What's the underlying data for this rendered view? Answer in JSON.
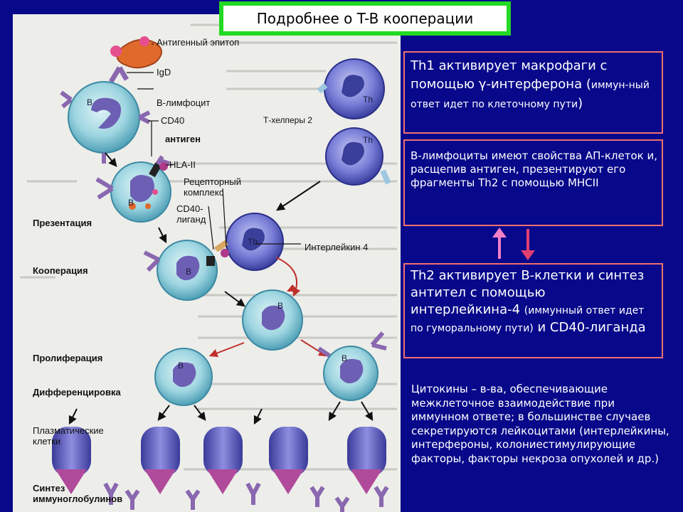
{
  "title": "Подробнее о T-B кооперации",
  "labels": {
    "epitope": "Антигенный эпитоп",
    "igd": "IgD",
    "b_lymph": "В-лимфоцит",
    "cd40": "CD40",
    "antigen": "антиген",
    "hla": "HLA-II",
    "receptor": "Рецепторный\nкомплекс",
    "cd40l": "CD40-\nлиганд",
    "interleukin": "Интерлейкин 4",
    "t_helpers": "Т-хелперы 2",
    "presentation": "Презентация",
    "cooperation": "Кооперация",
    "proliferation": "Пролиферация",
    "differentiation": "Дифференцировка",
    "plasma": "Плазматические\nклетки",
    "synthesis": "Синтез\nиммуноглобулинов"
  },
  "cell_letters": {
    "b": "B",
    "th": "Th"
  },
  "box1": {
    "main": "Th1 активирует макрофаги с помощью γ-интерферона (",
    "small": "иммун-ный ответ идет по клеточному пути",
    "end": ")"
  },
  "box2": "В-лимфоциты имеют свойства АП-клеток и, расщепив антиген, презентируют его фрагменты Th2 с помощью MHCII",
  "box3": {
    "part1": "Th2 активирует В-клетки и синтез антител с помощью интерлейкина-4 ",
    "small": "(иммунный ответ идет по гуморальному пути)",
    "part2": " и CD40-лиганда"
  },
  "cytokines": "Цитокины – в-ва, обеспечивающие межклеточное взаимодействие при иммунном ответе; в большинстве случаев секретируются лейкоцитами (интерлейкины, интерфероны, колониестимулирующие факторы, факторы некроза опухолей и др.)",
  "colors": {
    "background": "#08088a",
    "title_border": "#23d923",
    "box_border": "#f07070",
    "arrow_up": "#f080c8",
    "arrow_down": "#e04070"
  }
}
